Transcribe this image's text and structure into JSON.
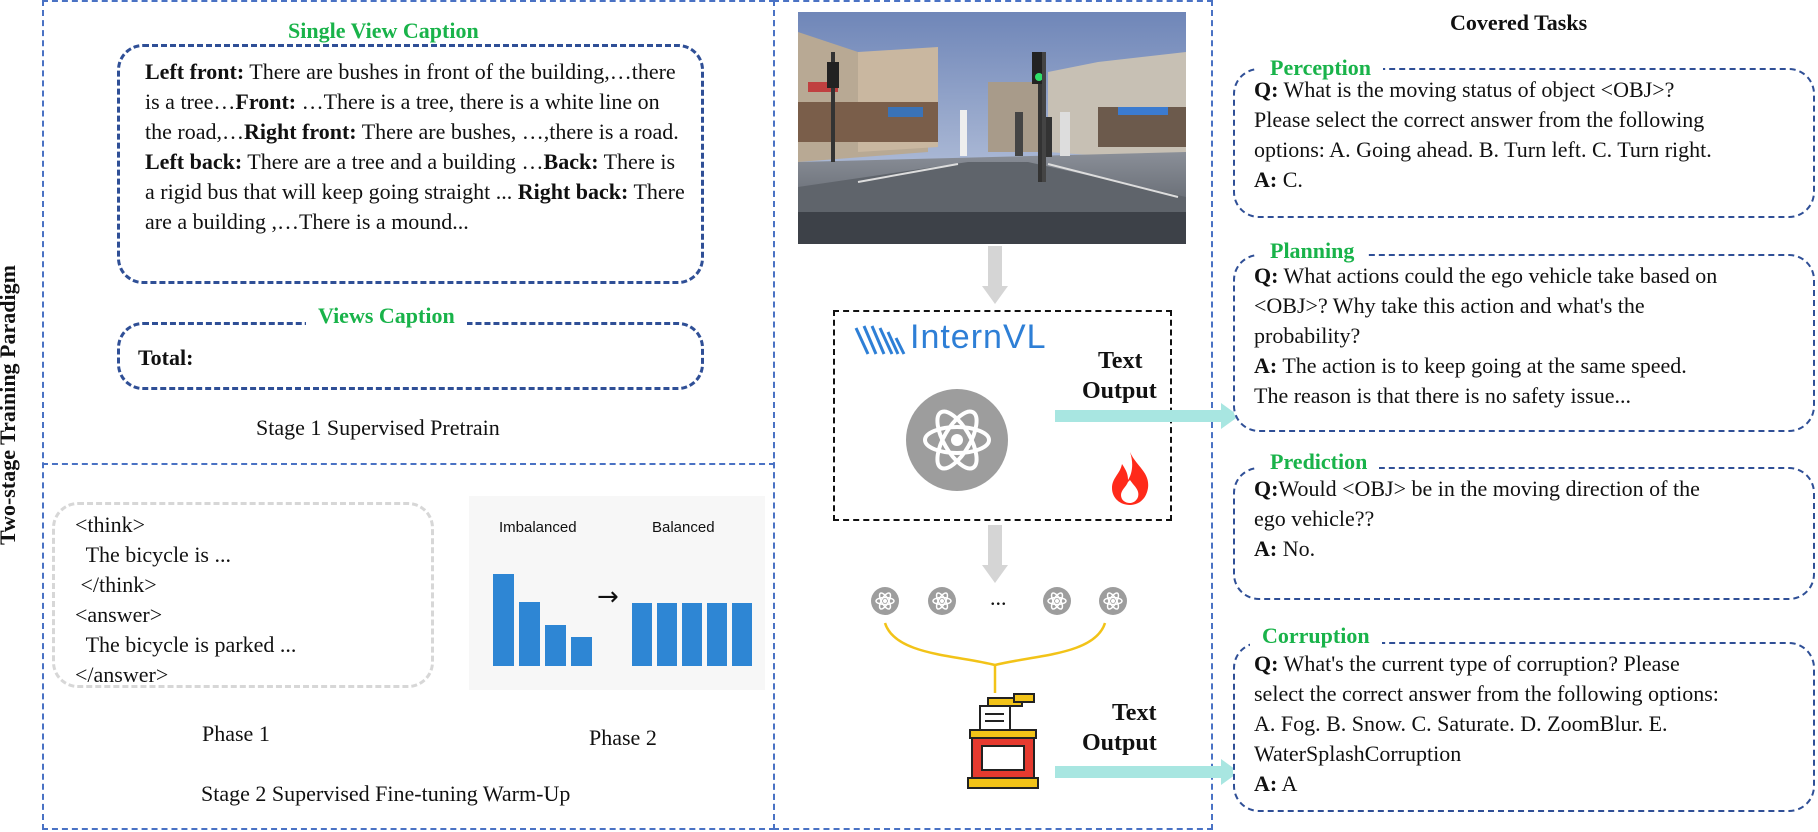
{
  "side_label": "Two-stage Training Paradigm",
  "stage1": {
    "single_view": {
      "title": "Single View Caption",
      "segments": [
        {
          "text": "Left front:",
          "bold": true
        },
        {
          "text": " There are bushes in front of the building,…there is a tree…",
          "bold": false
        },
        {
          "text": "Front:",
          "bold": true
        },
        {
          "text": " …There is a tree, there is a white line on the road,…",
          "bold": false
        },
        {
          "text": "Right front:",
          "bold": true
        },
        {
          "text": " There are bushes, …,there is a road. ",
          "bold": false
        },
        {
          "text": "Left back:",
          "bold": true
        },
        {
          "text": " There are a tree and a building …",
          "bold": false
        },
        {
          "text": "Back:",
          "bold": true
        },
        {
          "text": " There is a rigid bus that will keep going straight ... ",
          "bold": false
        },
        {
          "text": "Right back:",
          "bold": true
        },
        {
          "text": " There are a building ,…There is a mound...",
          "bold": false
        }
      ]
    },
    "views": {
      "title": "Views Caption",
      "total_label": "Total:"
    },
    "caption": "Stage 1 Supervised Pretrain"
  },
  "stage2": {
    "code_lines": [
      "<think>",
      "  The bicycle is ...",
      " </think>",
      "<answer>",
      "  The bicycle is parked ...",
      "</answer>"
    ],
    "imbalanced_label": "Imbalanced",
    "balanced_label": "Balanced",
    "arrow": "→",
    "imbalanced_values": [
      100,
      70,
      45,
      32
    ],
    "balanced_values": [
      68,
      68,
      68,
      68,
      68
    ],
    "phase1": "Phase 1",
    "phase2": "Phase 2",
    "caption": "Stage 2 Supervised Fine-tuning Warm-Up"
  },
  "model": {
    "name": "InternVL",
    "output_top": [
      "Text",
      "Output"
    ],
    "output_bottom": [
      "Text",
      "Output"
    ],
    "ellipsis": "...",
    "colors": {
      "accent": "#2e7fd6",
      "arrow": "#a8e6e1",
      "flame": "#ff2a1a",
      "fork": "#f2c318",
      "green": "#19b34a"
    }
  },
  "tasks": {
    "title": "Covered Tasks",
    "items": [
      {
        "name": "Perception",
        "lines": [
          [
            {
              "text": "Q:",
              "bold": true
            },
            {
              "text": " What is the moving status of object <OBJ>?",
              "bold": false
            }
          ],
          [
            {
              "text": "Please select the correct answer from the following",
              "bold": false
            }
          ],
          [
            {
              "text": "options: A. Going ahead. B. Turn left. C. Turn right.",
              "bold": false
            }
          ],
          [
            {
              "text": "A:",
              "bold": true
            },
            {
              "text": " C.",
              "bold": false
            }
          ]
        ]
      },
      {
        "name": "Planning",
        "lines": [
          [
            {
              "text": "Q:",
              "bold": true
            },
            {
              "text": " What actions could the ego vehicle take based on",
              "bold": false
            }
          ],
          [
            {
              "text": "<OBJ>? Why take this action and what's the",
              "bold": false
            }
          ],
          [
            {
              "text": "probability?",
              "bold": false
            }
          ],
          [
            {
              "text": "A:",
              "bold": true
            },
            {
              "text": " The action is to keep going at the same speed.",
              "bold": false
            }
          ],
          [
            {
              "text": "The reason is that there is no safety issue...",
              "bold": false
            }
          ]
        ]
      },
      {
        "name": "Prediction",
        "lines": [
          [
            {
              "text": "Q:",
              "bold": true
            },
            {
              "text": "Would <OBJ> be in the moving direction of the",
              "bold": false
            }
          ],
          [
            {
              "text": "ego vehicle??",
              "bold": false
            }
          ],
          [
            {
              "text": "A:",
              "bold": true
            },
            {
              "text": " No.",
              "bold": false
            }
          ]
        ]
      },
      {
        "name": "Corruption",
        "lines": [
          [
            {
              "text": "Q:",
              "bold": true
            },
            {
              "text": " What's the current type of corruption? Please",
              "bold": false
            }
          ],
          [
            {
              "text": "select the correct answer from the following options:",
              "bold": false
            }
          ],
          [
            {
              "text": "A. Fog. B. Snow. C. Saturate. D. ZoomBlur. E.",
              "bold": false
            }
          ],
          [
            {
              "text": "WaterSplashCorruption",
              "bold": false
            }
          ],
          [
            {
              "text": "A:",
              "bold": true
            },
            {
              "text": " A",
              "bold": false
            }
          ]
        ]
      }
    ]
  }
}
